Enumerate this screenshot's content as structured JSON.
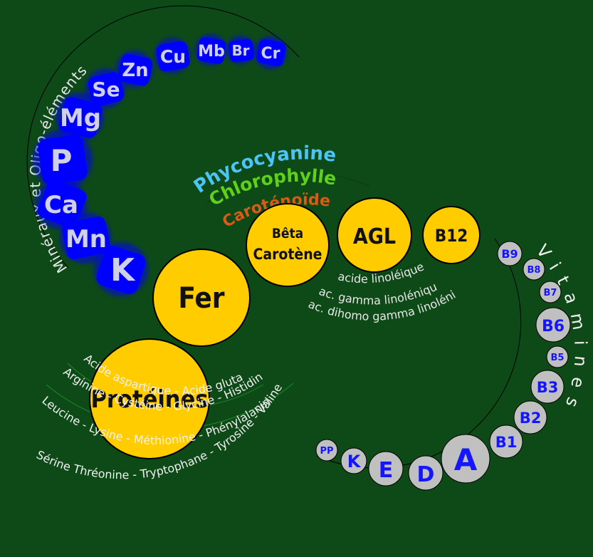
{
  "colors": {
    "background": "#0e4a17",
    "gold": "#ffcc00",
    "mineral_blue": "#0000ff",
    "mineral_text": "#d0d0e8",
    "vitamin_grey": "#c0c0c0",
    "vitamin_text": "#1515ff",
    "phycocyanine": "#4cc4f5",
    "chlorophylle": "#5fd11a",
    "carotenoide": "#dd5a14"
  },
  "center": {
    "label": "Fer"
  },
  "minerals": {
    "title": "Minéraux et Oligo-éléments",
    "items": [
      "K",
      "Mn",
      "Ca",
      "P",
      "Mg",
      "Se",
      "Zn",
      "Cu",
      "Mb",
      "Br",
      "Cr"
    ]
  },
  "pigments": {
    "phycocyanine": "Phycocyanine",
    "chlorophylle": "Chlorophylle",
    "carotenoide": "Caroténoïde"
  },
  "nutrients": {
    "beta_carotene_line1": "Bêta",
    "beta_carotene_line2": "Carotène",
    "agl": "AGL",
    "b12": "B12"
  },
  "fatty_acids": {
    "line1": "acide linoléique",
    "line2": "ac. gamma linoléniqu",
    "line3": "ac. dihomo gamma linoléni"
  },
  "proteins": {
    "label": "Protéines",
    "line1": "Acide aspartique - Acide glutamique - Ala",
    "line2": "Arginine - Cystéine - Glycine - Histidine - Isoleuci",
    "line3": "Leucine - Lysine - Méthionine - Phénylalanine - Proli",
    "line4": "Sérine Thréonine - Tryptophane - Tyrosine - Valine"
  },
  "vitamins": {
    "title": "Vitamines",
    "items": [
      "B9",
      "B8",
      "B7",
      "B6",
      "B5",
      "B3",
      "B2",
      "B1",
      "A",
      "D",
      "E",
      "K",
      "PP"
    ]
  }
}
